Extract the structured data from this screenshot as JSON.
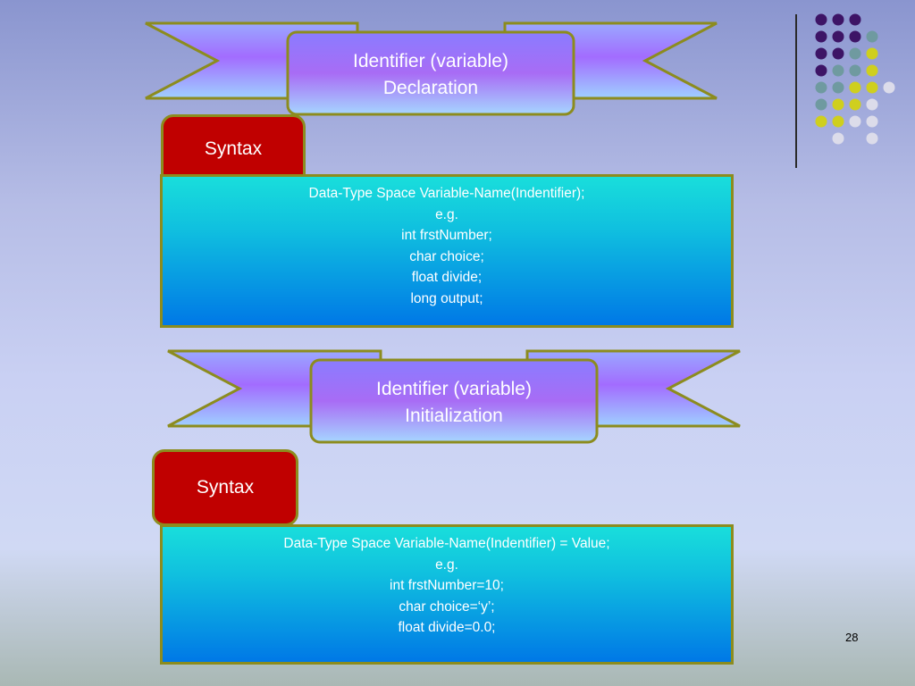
{
  "sections": [
    {
      "banner_lines": [
        "Identifier (variable)",
        "Declaration"
      ],
      "tab_label": "Syntax",
      "code_lines": [
        "Data-Type Space Variable-Name(Indentifier);",
        "e.g.",
        "int frstNumber;",
        "char choice;",
        "float divide;",
        "long output;"
      ]
    },
    {
      "banner_lines": [
        "Identifier (variable)",
        "Initialization"
      ],
      "tab_label": "Syntax",
      "code_lines": [
        "Data-Type Space Variable-Name(Indentifier) = Value;",
        "e.g.",
        "int frstNumber=10;",
        "char choice=‘y’;",
        "float divide=0.0;"
      ]
    }
  ],
  "page_number": "28",
  "colors": {
    "purple": "#3d1466",
    "gray": "#6f9aa0",
    "yellow": "#cfcf1e",
    "light": "#dcdcea"
  }
}
